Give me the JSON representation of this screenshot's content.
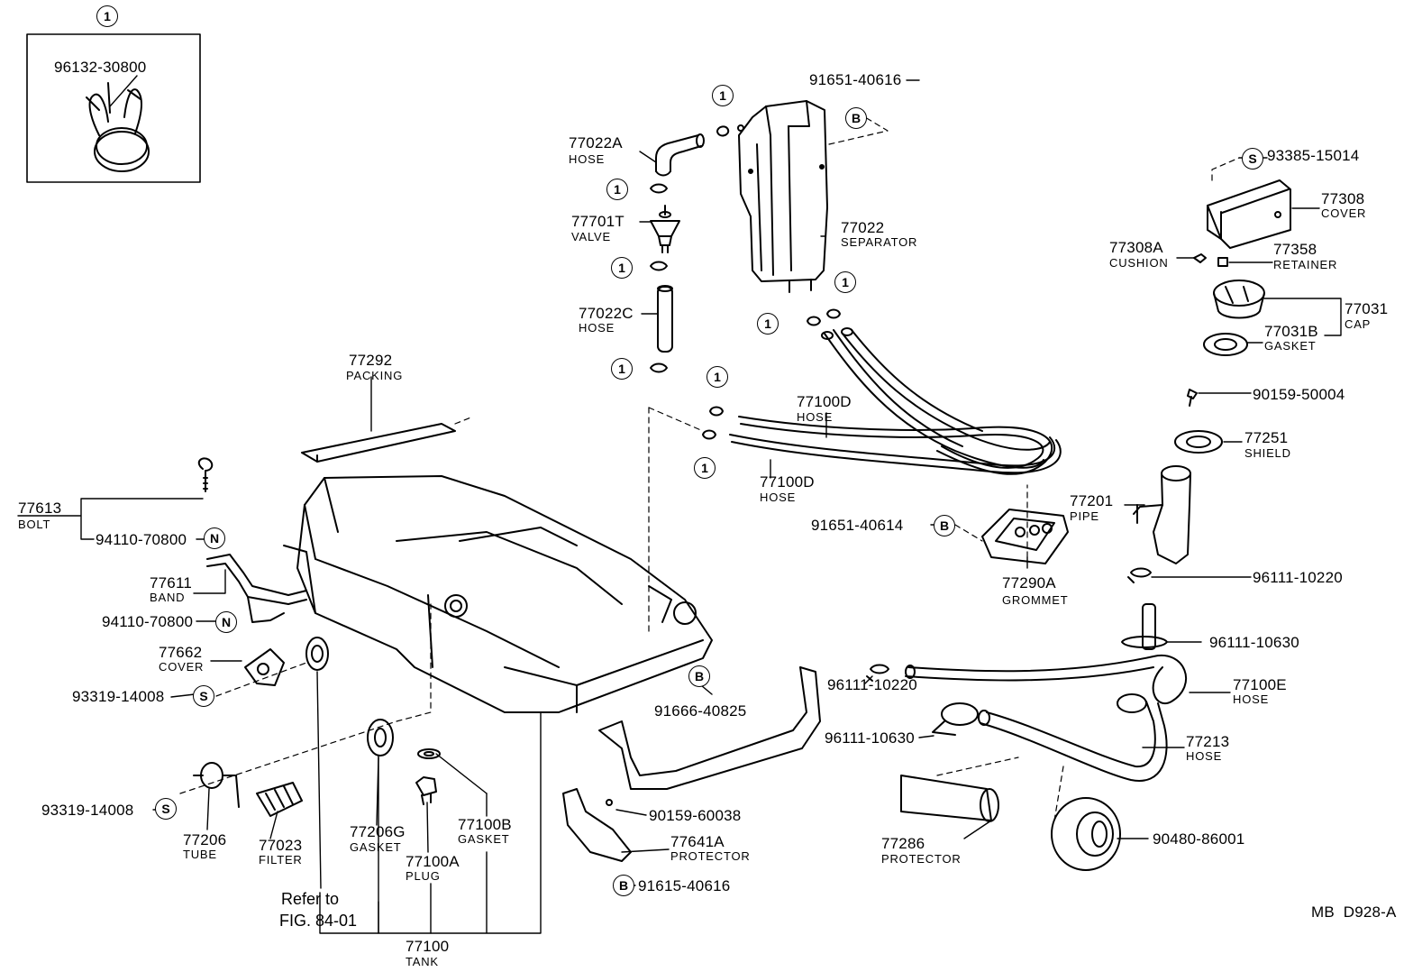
{
  "inset": {
    "marker": "1",
    "part": "96132-30800"
  },
  "symbols": {
    "clamp": "1",
    "b": "B",
    "n": "N",
    "s": "S"
  },
  "parts": {
    "p77022A": {
      "num": "77022A",
      "name": "HOSE"
    },
    "p91651_40616": {
      "num": "91651-40616"
    },
    "p77701T": {
      "num": "77701T",
      "name": "VALVE"
    },
    "p77022": {
      "num": "77022",
      "name": "SEPARATOR"
    },
    "p77022C": {
      "num": "77022C",
      "name": "HOSE"
    },
    "p77292": {
      "num": "77292",
      "name": "PACKING"
    },
    "p77100D_a": {
      "num": "77100D",
      "name": "HOSE"
    },
    "p77100D_b": {
      "num": "77100D",
      "name": "HOSE"
    },
    "p93385": {
      "num": "93385-15014"
    },
    "p77308": {
      "num": "77308",
      "name": "COVER"
    },
    "p77308A": {
      "num": "77308A",
      "name": "CUSHION"
    },
    "p77358": {
      "num": "77358",
      "name": "RETAINER"
    },
    "p77031": {
      "num": "77031",
      "name": "CAP"
    },
    "p77031B": {
      "num": "77031B",
      "name": "GASKET"
    },
    "p90159_50004": {
      "num": "90159-50004"
    },
    "p77251": {
      "num": "77251",
      "name": "SHIELD"
    },
    "p77201": {
      "num": "77201",
      "name": "PIPE"
    },
    "p91651_40614": {
      "num": "91651-40614"
    },
    "p77290A": {
      "num": "77290A",
      "name": "GROMMET"
    },
    "p96111_10220_a": {
      "num": "96111-10220"
    },
    "p96111_10630_a": {
      "num": "96111-10630"
    },
    "p77100E": {
      "num": "77100E",
      "name": "HOSE"
    },
    "p96111_10220_b": {
      "num": "96111-10220"
    },
    "p96111_10630_b": {
      "num": "96111-10630"
    },
    "p77213": {
      "num": "77213",
      "name": "HOSE"
    },
    "p77286": {
      "num": "77286",
      "name": "PROTECTOR"
    },
    "p90480": {
      "num": "90480-86001"
    },
    "p77613": {
      "num": "77613",
      "name": "BOLT"
    },
    "p94110_a": {
      "num": "94110-70800"
    },
    "p77611": {
      "num": "77611",
      "name": "BAND"
    },
    "p94110_b": {
      "num": "94110-70800"
    },
    "p77662": {
      "num": "77662",
      "name": "COVER"
    },
    "p93319_a": {
      "num": "93319-14008"
    },
    "p91666": {
      "num": "91666-40825"
    },
    "p93319_b": {
      "num": "93319-14008"
    },
    "p77206": {
      "num": "77206",
      "name": "TUBE"
    },
    "p77023": {
      "num": "77023",
      "name": "FILTER"
    },
    "p77206G": {
      "num": "77206G",
      "name": "GASKET"
    },
    "p77100B": {
      "num": "77100B",
      "name": "GASKET"
    },
    "p77100A": {
      "num": "77100A",
      "name": "PLUG"
    },
    "p90159_60038": {
      "num": "90159-60038"
    },
    "p77641A": {
      "num": "77641A",
      "name": "PROTECTOR"
    },
    "p91615": {
      "num": "91615-40616"
    },
    "p77100": {
      "num": "77100",
      "name": "TANK"
    }
  },
  "refer": {
    "line1": "Refer to",
    "line2": "FIG. 84-01"
  },
  "code": "MB  D928-A"
}
